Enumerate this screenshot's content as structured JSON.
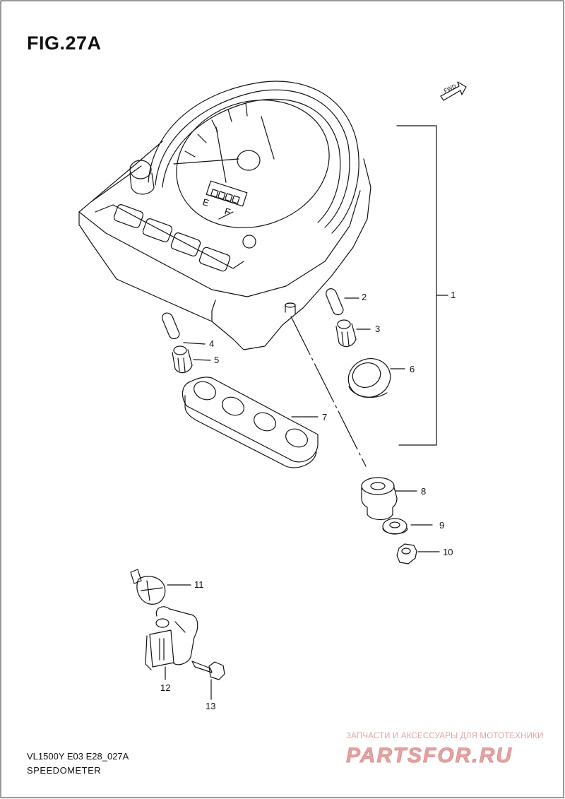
{
  "figure": {
    "title": "FIG.27A",
    "model_code": "VL1500Y E03 E28_027A",
    "caption": "SPEEDOMETER",
    "fwd_label": "FWD"
  },
  "gauge_letters": {
    "empty": "E",
    "full": "F"
  },
  "callouts": [
    "1",
    "2",
    "3",
    "4",
    "5",
    "6",
    "7",
    "8",
    "9",
    "10",
    "11",
    "12",
    "13"
  ],
  "watermark": {
    "tagline": "ЗАПЧАСТИ И АКСЕССУАРЫ ДЛЯ МОТОТЕХНИКИ",
    "brand": "PARTSFOR.RU",
    "color": "#e3a3a3"
  },
  "colors": {
    "line": "#111111",
    "background": "#ffffff"
  }
}
